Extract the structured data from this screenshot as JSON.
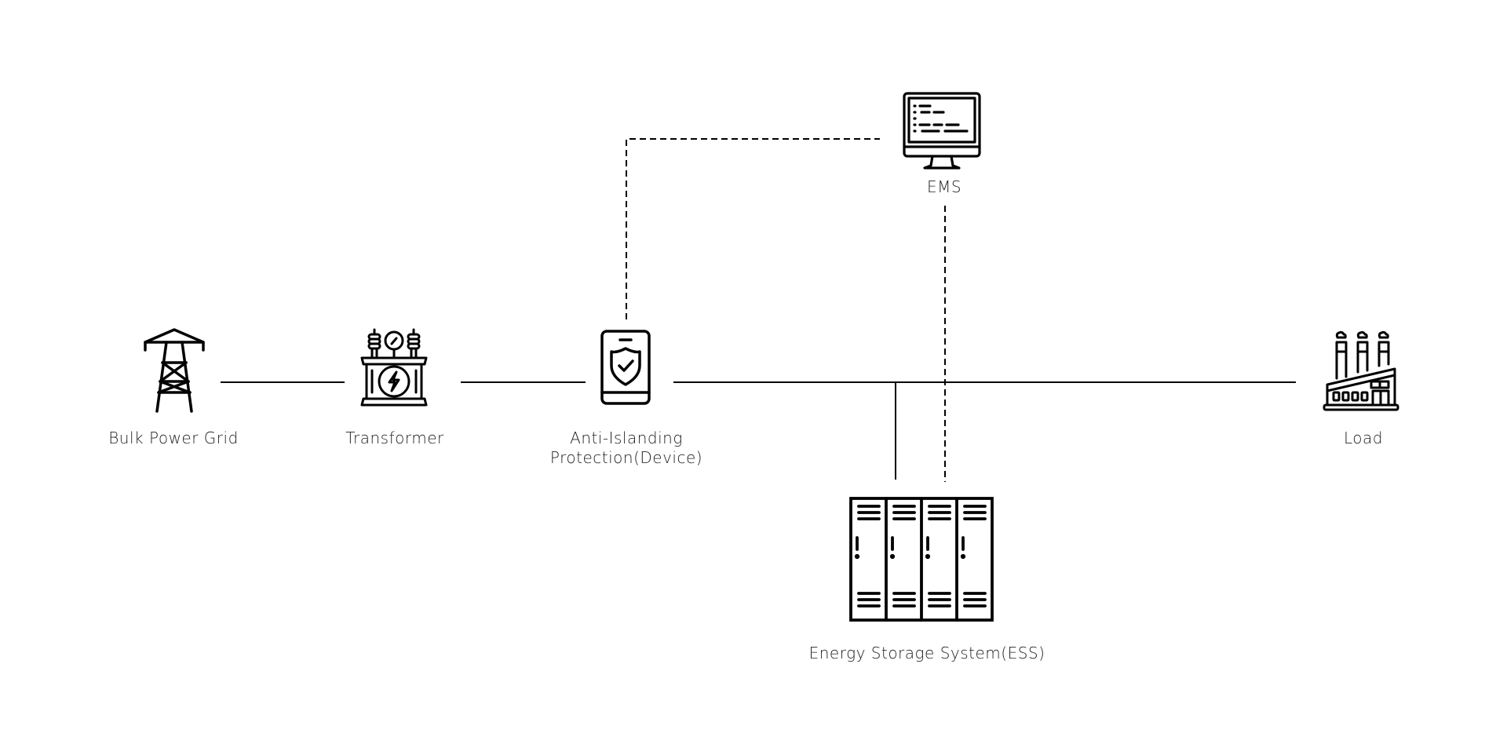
{
  "diagram": {
    "nodes": [
      {
        "id": "grid",
        "label_lines": [
          "Bulk Power Grid"
        ],
        "icon": "transmission-tower-icon"
      },
      {
        "id": "transformer",
        "label_lines": [
          "Transformer"
        ],
        "icon": "transformer-icon"
      },
      {
        "id": "aip",
        "label_lines": [
          "Anti-Islanding",
          "Protection(Device)"
        ],
        "icon": "shield-phone-icon"
      },
      {
        "id": "ems",
        "label_lines": [
          "EMS"
        ],
        "icon": "monitor-code-icon"
      },
      {
        "id": "ess",
        "label_lines": [
          "Energy Storage System(ESS)"
        ],
        "icon": "battery-cabinet-icon"
      },
      {
        "id": "load",
        "label_lines": [
          "Load"
        ],
        "icon": "factory-icon"
      }
    ],
    "connections": [
      {
        "from": "grid",
        "to": "transformer",
        "style": "solid",
        "kind": "power"
      },
      {
        "from": "transformer",
        "to": "aip",
        "style": "solid",
        "kind": "power"
      },
      {
        "from": "aip",
        "to": "load",
        "style": "solid",
        "kind": "power"
      },
      {
        "from": "bus",
        "to": "ess",
        "style": "solid",
        "kind": "power"
      },
      {
        "from": "aip",
        "to": "ems",
        "style": "dashed",
        "kind": "communication"
      },
      {
        "from": "ems",
        "to": "ess",
        "style": "dashed",
        "kind": "communication"
      }
    ],
    "colors": {
      "line": "#000000",
      "text": "#222222",
      "background": "#ffffff"
    }
  }
}
